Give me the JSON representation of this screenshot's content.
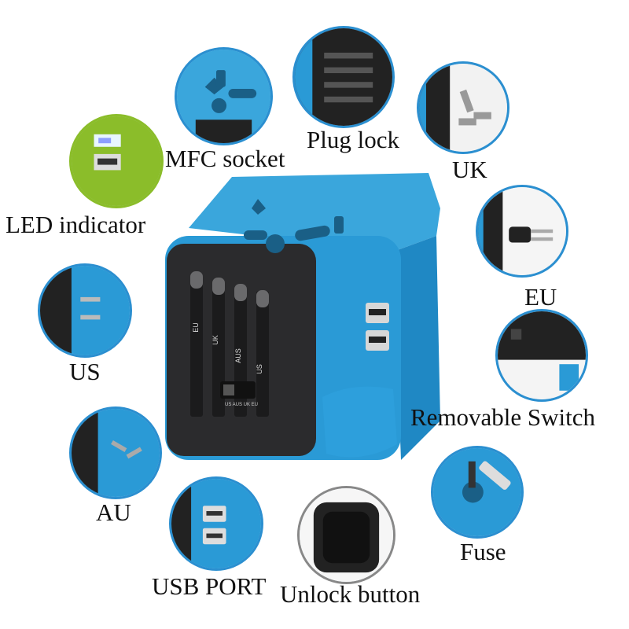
{
  "labels": {
    "mfc_socket": "MFC socket",
    "plug_lock": "Plug lock",
    "uk": "UK",
    "led_indicator": "LED indicator",
    "eu": "EU",
    "us": "US",
    "removable_switch": "Removable Switch",
    "au": "AU",
    "fuse": "Fuse",
    "usb_port": "USB PORT",
    "unlock_button": "Unlock button"
  },
  "adapter_text": {
    "slider_eu": "EU",
    "slider_uk": "UK",
    "slider_aus": "AUS",
    "slider_us": "US",
    "switch_marks": "US AUS UK EU"
  },
  "colors": {
    "body_blue": "#2a9ad6",
    "face_dark": "#2b2b2d",
    "ring": "#2b8fd0",
    "led_green": "#8bbd2a"
  }
}
